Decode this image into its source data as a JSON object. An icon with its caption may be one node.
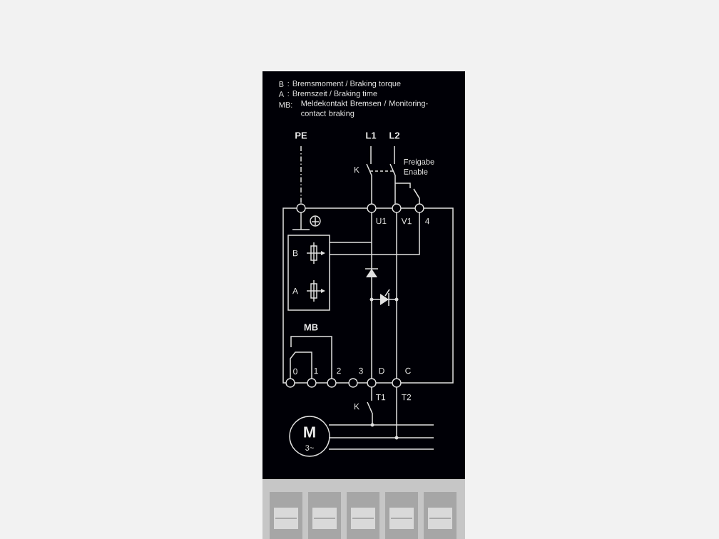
{
  "diagram": {
    "labels": [
      "B",
      ": Bremsmoment / Braking torque",
      "A",
      ": Bremszeit / Braking time",
      "MB:",
      "Meldekontakt Bremsen / Monitoring-contact braking",
      "PE",
      "L1",
      "L2",
      "K",
      "Freigabe Enable",
      "U1",
      "V1",
      "4",
      "B",
      "A",
      "MB",
      "0",
      "1",
      "2",
      "3",
      "D",
      "C",
      "T1",
      "T2",
      "K",
      "M",
      "3~"
    ]
  }
}
